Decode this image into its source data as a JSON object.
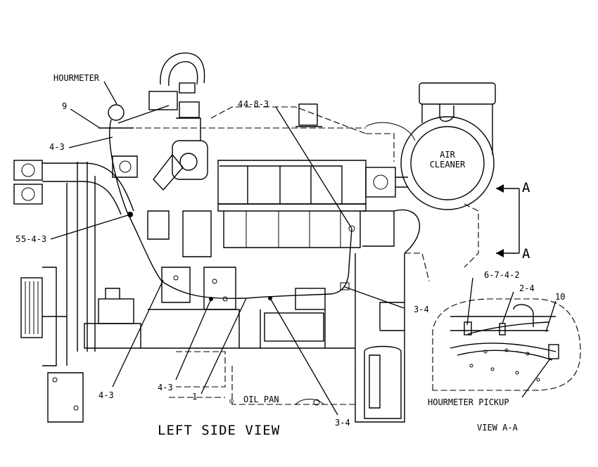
{
  "labels": {
    "hourmeter": "HOURMETER",
    "callout_9": "9",
    "callout_4_3_upper": "4-3",
    "callout_4_8_3": "4-8-3",
    "callout_4_8_3_prefix": "4",
    "callout_5_4_3": "5-4-3",
    "callout_5_4_3_prefix": "5",
    "air_cleaner_line1": "AIR",
    "air_cleaner_line2": "CLEANER",
    "section_a_top": "A",
    "section_a_bottom": "A",
    "callout_6_7_4_2": "6-7-4-2",
    "callout_2_4": "2-4",
    "callout_10": "10",
    "callout_3_4_right": "3-4",
    "callout_4_3_lower_left": "4-3",
    "callout_4_3_lower_mid": "4-3",
    "callout_1": "1",
    "oil_pan": "OIL PAN",
    "hourmeter_pickup": "HOURMETER PICKUP",
    "callout_3_4_bottom": "3-4",
    "view_a_a": "VIEW A-A",
    "left_side_view": "LEFT SIDE VIEW"
  }
}
